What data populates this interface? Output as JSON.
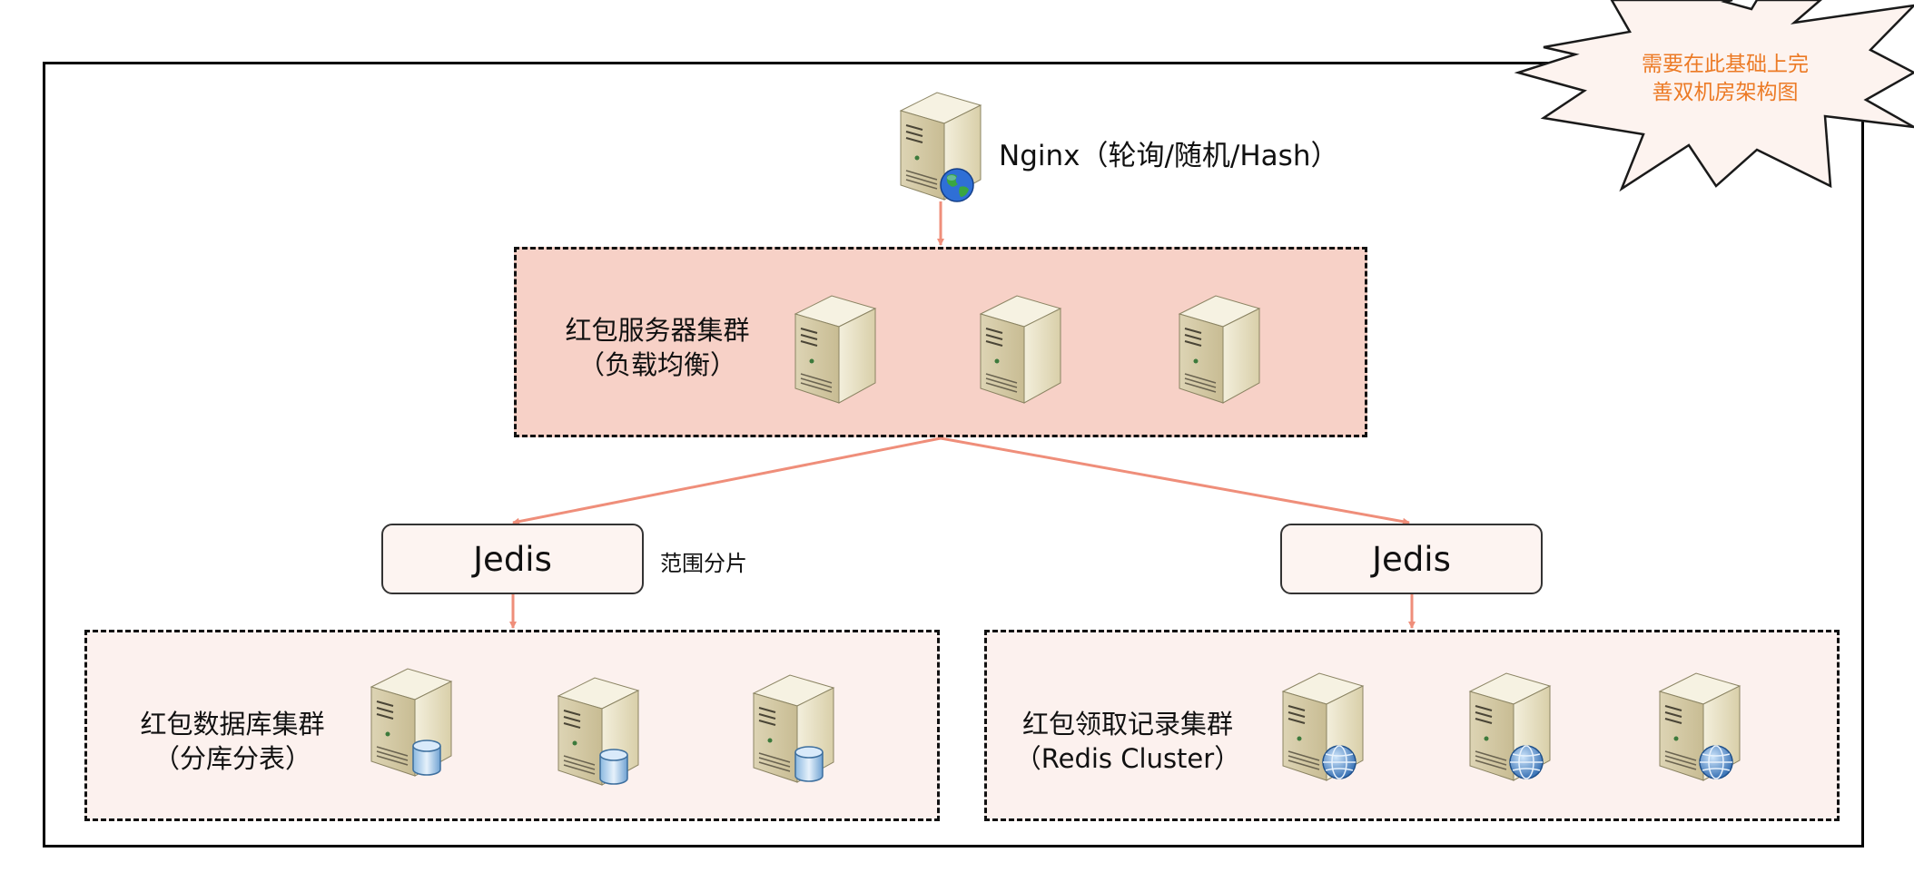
{
  "nginx": {
    "label": "Nginx（轮询/随机/Hash）"
  },
  "redpacket_servers": {
    "line1": "红包服务器集群",
    "line2": "（负载均衡）"
  },
  "jedis_left": {
    "label": "Jedis",
    "note": "范围分片"
  },
  "jedis_right": {
    "label": "Jedis"
  },
  "db_cluster": {
    "line1": "红包数据库集群",
    "line2": "（分库分表）"
  },
  "record_cluster": {
    "line1": "红包领取记录集群",
    "line2": "（Redis Cluster）"
  },
  "callout": {
    "line1": "需要在此基础上完",
    "line2": "善双机房架构图"
  },
  "colors": {
    "arrow": "#ef8e7a",
    "top_zone": "#f7d1c7",
    "bottom_zone": "#fcf1ee",
    "callout_text": "#ec7a25"
  },
  "icons": {
    "nginx": "web-server-icon",
    "app": "server-icon",
    "db": "database-server-icon",
    "redis": "globe-server-icon"
  }
}
